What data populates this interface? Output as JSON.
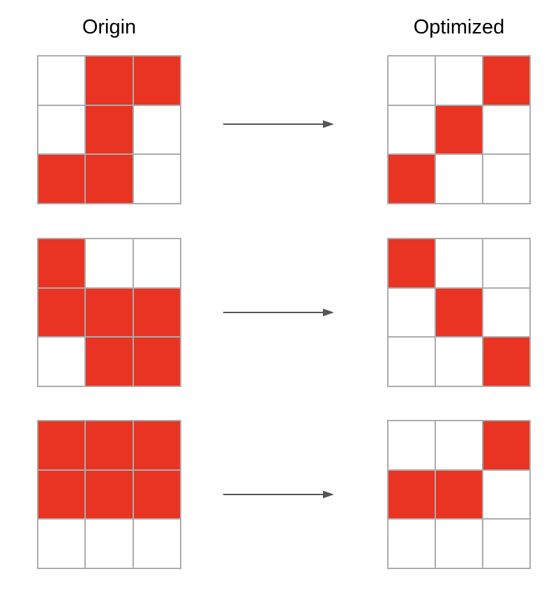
{
  "titles": {
    "left": "Origin",
    "right": "Optimized"
  },
  "colors": {
    "filled_cell": "#E93423",
    "empty_cell": "#FFFFFF",
    "grid_line": "#ACACAC",
    "arrow": "#555555",
    "title_text": "#000000"
  },
  "rows": [
    {
      "origin": [
        [
          0,
          1,
          1
        ],
        [
          0,
          1,
          0
        ],
        [
          1,
          1,
          0
        ]
      ],
      "optimized": [
        [
          0,
          0,
          1
        ],
        [
          0,
          1,
          0
        ],
        [
          1,
          0,
          0
        ]
      ]
    },
    {
      "origin": [
        [
          1,
          0,
          0
        ],
        [
          1,
          1,
          1
        ],
        [
          0,
          1,
          1
        ]
      ],
      "optimized": [
        [
          1,
          0,
          0
        ],
        [
          0,
          1,
          0
        ],
        [
          0,
          0,
          1
        ]
      ]
    },
    {
      "origin": [
        [
          1,
          1,
          1
        ],
        [
          1,
          1,
          1
        ],
        [
          0,
          0,
          0
        ]
      ],
      "optimized": [
        [
          0,
          0,
          1
        ],
        [
          1,
          1,
          0
        ],
        [
          0,
          0,
          0
        ]
      ]
    }
  ]
}
